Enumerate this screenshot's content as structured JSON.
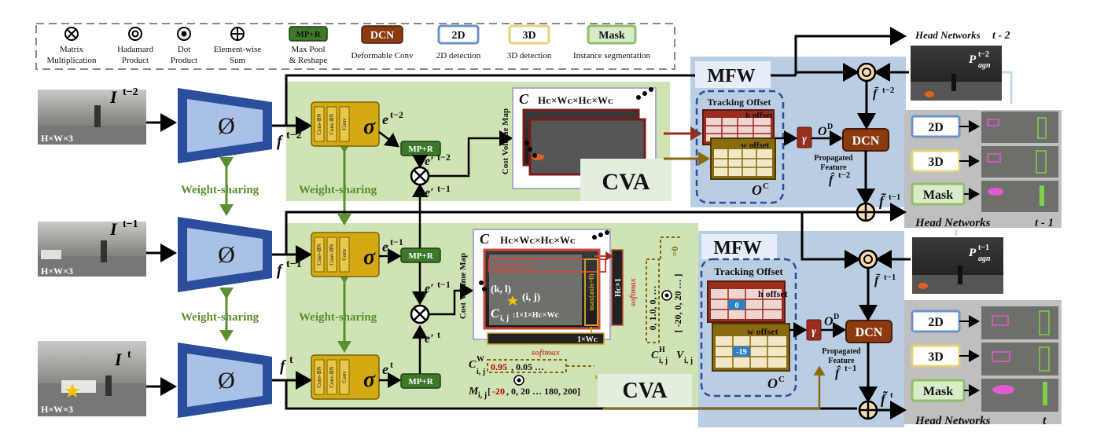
{
  "legend": {
    "items": [
      {
        "symbol": "⊗",
        "label1": "Matrix",
        "label2": "Multiplication"
      },
      {
        "symbol": "◎",
        "label1": "Hadamard",
        "label2": "Product"
      },
      {
        "symbol": "◉",
        "label1": "Dot",
        "label2": "Product"
      },
      {
        "symbol": "⊕",
        "label1": "Element-wise",
        "label2": "Sum"
      },
      {
        "box": "MP+R",
        "label1": "Max Pool",
        "label2": "& Reshape"
      },
      {
        "box": "DCN",
        "label1": "Deformable Conv"
      },
      {
        "box": "2D",
        "label1": "2D detection"
      },
      {
        "box": "3D",
        "label1": "3D detection"
      },
      {
        "box": "Mask",
        "label1": "Instance segmentation"
      }
    ]
  },
  "inputs": [
    {
      "label": "I",
      "sup": "t−2",
      "size": "H×W×3"
    },
    {
      "label": "I",
      "sup": "t−1",
      "size": "H×W×3"
    },
    {
      "label": "I",
      "sup": "t",
      "size": "H×W×3"
    }
  ],
  "backbone_symbol": "Ø",
  "weight_sharing": "Weight-sharing",
  "conv_layers": [
    "Conv-BN",
    "Conv-BN",
    "Conv"
  ],
  "sigma": "σ",
  "features": {
    "f_t2": "f",
    "f_t2_sup": "t−2",
    "f_t1": "f",
    "f_t1_sup": "t−1",
    "f_t": "f",
    "f_t_sup": "t"
  },
  "embeddings": {
    "e": "e",
    "t2": "t−2",
    "t1": "t−1",
    "t": "t",
    "ep": "e′",
    "ep_t2": "t−2",
    "ep_t1": "t−1",
    "ep_t": "t"
  },
  "mpr": "MP+R",
  "cva": {
    "title": "CVA",
    "cost_volume_label": "Cost Volume Map",
    "C": "C",
    "dims": "H",
    "dims_full": "Hᴄ×Wᴄ×Hᴄ×Wᴄ",
    "max_axis1": "max(axis=1)",
    "max_axis0": "max(axis=0)",
    "kl": "(k, l)",
    "ij": "(i, j)",
    "cij": "C",
    "cij_sub": "i, j",
    "cij_dims": ":1×1×Hᴄ×Wᴄ",
    "hx1": "Hᴄ×1",
    "wx1": "1×Wᴄ",
    "softmax": "softmax",
    "cw_label": "C",
    "cw_sup": "W",
    "cw_sub": "i, j",
    "cw_values_red": "0.95",
    "cw_values_rest": ", 0.05 …",
    "ch_label": "C",
    "ch_sup": "H",
    "ch_sub": "i, j",
    "ch_values": "0, 1.0, 0, …",
    "v_label": "V",
    "v_sub": "i, j",
    "v_values": "[ -20,  0,  20 … ]",
    "m_label": "M",
    "m_sub": "i, j",
    "m_values_pre": "[",
    "m_values_red": "-20",
    "m_values_rest": ",    0,    20 …  180, 200]",
    "eq_h": "=0",
    "eq_w": "=-19"
  },
  "mfw": {
    "title": "MFW",
    "tracking_offset": "Tracking Offset",
    "h_offset": "h offset",
    "w_offset": "w offset",
    "h_val": "0",
    "w_val": "-19",
    "oc": "O",
    "oc_sup": "C",
    "od": "O",
    "od_sup": "D",
    "gamma": "γ",
    "dcn": "DCN",
    "propagated": "Propagated",
    "feature": "Feature",
    "fhat": "f̂",
    "fhat_sup_t2": "t−2",
    "fhat_sup_t1": "t−1",
    "fbar": "f̄",
    "fbar_sup_t2": "t−2",
    "fbar_sup_t1": "t−1",
    "ftilde": "f̃",
    "ftilde_sup_t1": "t−1",
    "ftilde_sup_t": "t"
  },
  "head_networks": {
    "label": "Head Networks",
    "t2": "t - 2",
    "t1": "t - 1",
    "t": "t",
    "p_agn": "P",
    "p_sub": "agn",
    "p_sup_t2": "t−2",
    "p_sup_t1": "t−1",
    "boxes": [
      "2D",
      "3D",
      "Mask"
    ]
  },
  "colors": {
    "green_panel": "#cfe3b4",
    "blue_panel": "#b9cde3",
    "backbone": "#2a4d9c",
    "gold": "#d4aa10",
    "dcn": "#8b3a0f",
    "mpr": "#3c7a2a",
    "arrow_red": "#9b2d1f",
    "arrow_gold": "#8a6a10"
  }
}
